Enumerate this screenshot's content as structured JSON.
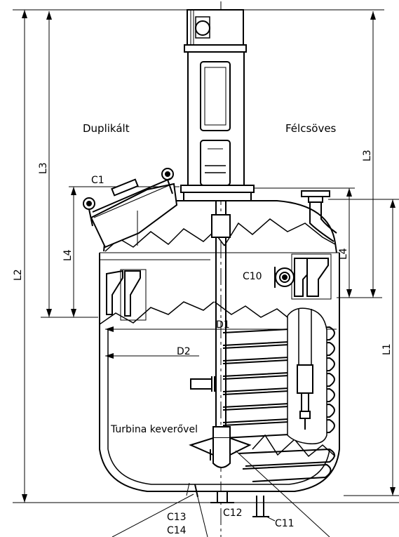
{
  "labels": {
    "left_variant": "Duplikált",
    "right_variant": "Félcsöves",
    "agitator": "Turbina keverővel",
    "L1": "L1",
    "L2": "L2",
    "L3_left": "L3",
    "L3_right": "L3",
    "L4_left": "L4",
    "L4_right": "L4",
    "C1": "C1",
    "C10": "C10",
    "C11": "C11",
    "C12": "C12",
    "C13": "C13",
    "C14": "C14",
    "D1": "D1",
    "D2": "D2"
  }
}
